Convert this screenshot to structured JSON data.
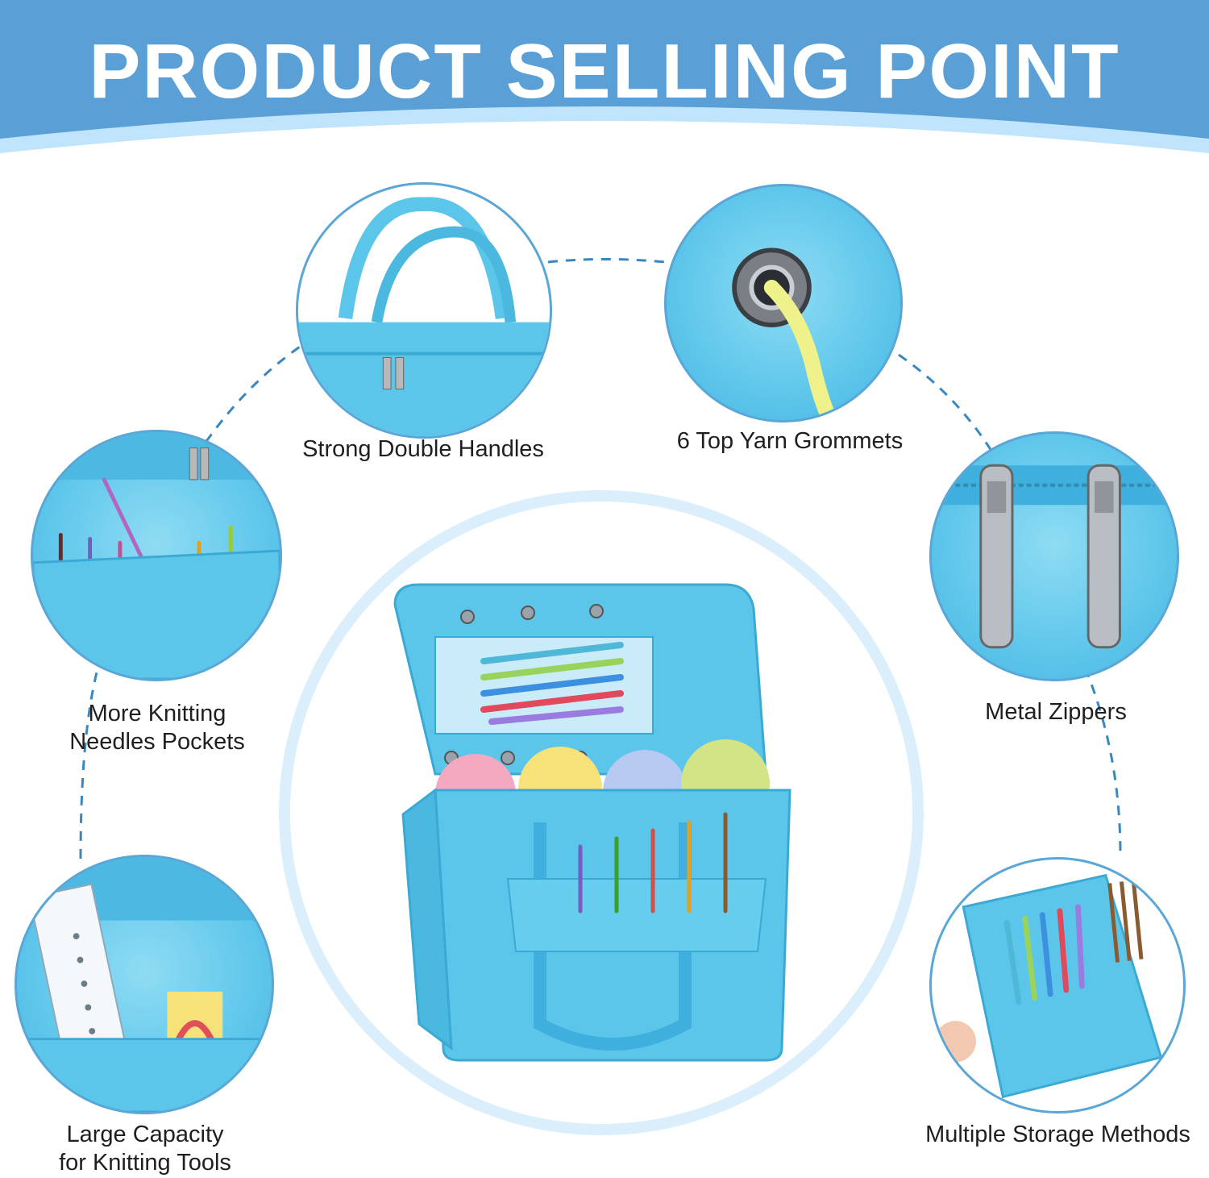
{
  "header": {
    "title": "PRODUCT SELLING POINT",
    "band_color": "#5aa0d6",
    "wave_color": "#bfe4fb"
  },
  "features": [
    {
      "label": "Strong Double Handles",
      "icon": "bag-handles-closeup"
    },
    {
      "label": "6 Top Yarn Grommets",
      "icon": "metal-grommet-with-yarn"
    },
    {
      "label": "More Knitting\nNeedles Pockets",
      "icon": "needle-pockets"
    },
    {
      "label": "Metal Zippers",
      "icon": "metal-zipper-pulls"
    },
    {
      "label": "Large Capacity\nfor Knitting Tools",
      "icon": "knitting-tools-in-pocket"
    },
    {
      "label": "Multiple Storage Methods",
      "icon": "crochet-hook-organizer"
    }
  ],
  "product": {
    "name": "knitting-bag",
    "color": "#5cc6ea",
    "yarn_colors": [
      "#f4a9c0",
      "#f7e27a",
      "#b7c9f0",
      "#d3e486"
    ]
  }
}
